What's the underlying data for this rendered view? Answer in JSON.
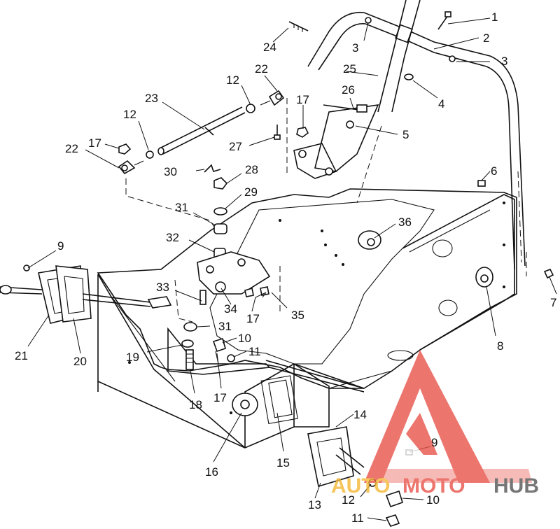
{
  "diagram": {
    "callouts": [
      {
        "id": "c1",
        "text": "1"
      },
      {
        "id": "c2",
        "text": "2"
      },
      {
        "id": "c3a",
        "text": "3"
      },
      {
        "id": "c3b",
        "text": "3"
      },
      {
        "id": "c4",
        "text": "4"
      },
      {
        "id": "c5",
        "text": "5"
      },
      {
        "id": "c6",
        "text": "6"
      },
      {
        "id": "c7",
        "text": "7"
      },
      {
        "id": "c8",
        "text": "8"
      },
      {
        "id": "c9a",
        "text": "9"
      },
      {
        "id": "c9b",
        "text": "9"
      },
      {
        "id": "c10a",
        "text": "10"
      },
      {
        "id": "c10b",
        "text": "10"
      },
      {
        "id": "c11a",
        "text": "11"
      },
      {
        "id": "c11b",
        "text": "11"
      },
      {
        "id": "c12a",
        "text": "12"
      },
      {
        "id": "c12b",
        "text": "12"
      },
      {
        "id": "c12c",
        "text": "12"
      },
      {
        "id": "c13",
        "text": "13"
      },
      {
        "id": "c14",
        "text": "14"
      },
      {
        "id": "c15",
        "text": "15"
      },
      {
        "id": "c16",
        "text": "16"
      },
      {
        "id": "c17a",
        "text": "17"
      },
      {
        "id": "c17b",
        "text": "17"
      },
      {
        "id": "c17c",
        "text": "17"
      },
      {
        "id": "c17d",
        "text": "17"
      },
      {
        "id": "c18",
        "text": "18"
      },
      {
        "id": "c19",
        "text": "19"
      },
      {
        "id": "c20",
        "text": "20"
      },
      {
        "id": "c21",
        "text": "21"
      },
      {
        "id": "c22a",
        "text": "22"
      },
      {
        "id": "c22b",
        "text": "22"
      },
      {
        "id": "c23",
        "text": "23"
      },
      {
        "id": "c24",
        "text": "24"
      },
      {
        "id": "c25",
        "text": "25"
      },
      {
        "id": "c26",
        "text": "26"
      },
      {
        "id": "c27",
        "text": "27"
      },
      {
        "id": "c28",
        "text": "28"
      },
      {
        "id": "c29",
        "text": "29"
      },
      {
        "id": "c30",
        "text": "30"
      },
      {
        "id": "c31a",
        "text": "31"
      },
      {
        "id": "c31b",
        "text": "31"
      },
      {
        "id": "c32",
        "text": "32"
      },
      {
        "id": "c33",
        "text": "33"
      },
      {
        "id": "c34",
        "text": "34"
      },
      {
        "id": "c35",
        "text": "35"
      },
      {
        "id": "c36",
        "text": "36"
      }
    ]
  },
  "watermark": {
    "text_a": "AUTO",
    "text_b": "MOTO",
    "text_c": "HUB",
    "logo_color": "#e8534a",
    "text_a_color": "#f5b733",
    "text_b_color": "#e8534a",
    "text_c_color": "#555555"
  }
}
